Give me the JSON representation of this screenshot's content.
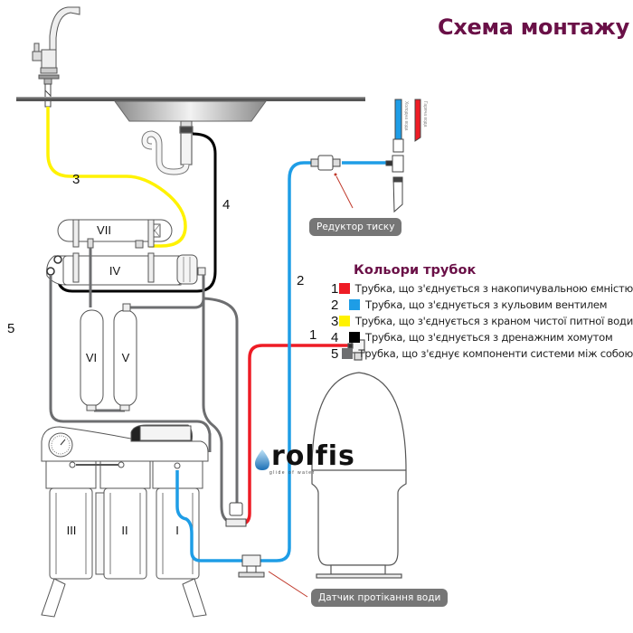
{
  "title": "Схема монтажу",
  "legend": {
    "title": "Кольори трубок",
    "items": [
      {
        "num": "1",
        "color": "#ee1c25",
        "text": "Трубка, що з'єднується з накопичувальною ємністю"
      },
      {
        "num": "2",
        "color": "#1e9de6",
        "text": "Трубка, що з'єднується з кульовим вентилем"
      },
      {
        "num": "3",
        "color": "#fff200",
        "text": "Трубка, що з'єднується з краном чистої питної води"
      },
      {
        "num": "4",
        "color": "#000000",
        "text": "Трубка, що з'єднується з дренажним хомутом"
      },
      {
        "num": "5",
        "color": "#6d6e70",
        "text": "Трубка, що з'єднує компоненти системи між собою"
      }
    ]
  },
  "tube_labels": {
    "t1": "1",
    "t2": "2",
    "t3": "3",
    "t4": "4",
    "t5": "5"
  },
  "callouts": {
    "pressure_reducer": "Редуктор тиску",
    "leak_sensor": "Датчик протікання води"
  },
  "taps": {
    "cold": "Холодна вода",
    "hot": "Гаряча вода"
  },
  "filters": {
    "f1": "I",
    "f2": "II",
    "f3": "III",
    "f4": "IV",
    "f5": "V",
    "f6": "VI",
    "f7": "VII"
  },
  "logo": {
    "name": "rolfis",
    "tagline": "glide of water"
  },
  "colors": {
    "red": "#ee1c25",
    "blue": "#1e9de6",
    "yellow": "#fff200",
    "black": "#000000",
    "gray": "#6d6e70",
    "accent": "#6a1047"
  }
}
